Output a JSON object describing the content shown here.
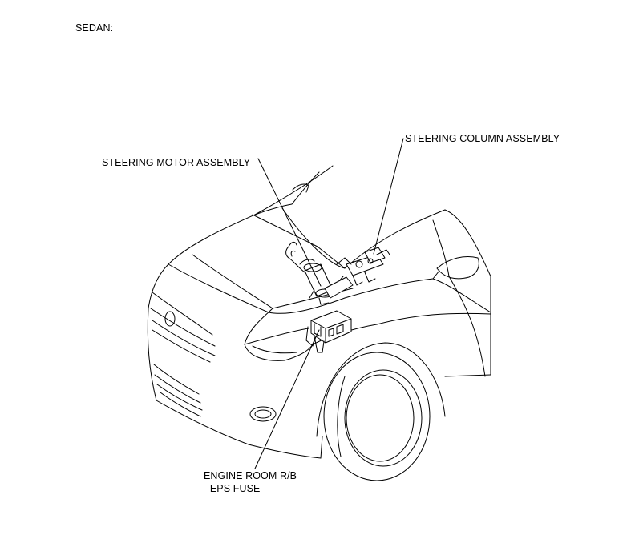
{
  "diagram": {
    "title": "SEDAN:",
    "labels": {
      "steering_motor": "STEERING MOTOR ASSEMBLY",
      "steering_column": "STEERING COLUMN ASSEMBLY",
      "engine_room_line1": "ENGINE ROOM R/B",
      "engine_room_line2": "- EPS FUSE"
    }
  }
}
